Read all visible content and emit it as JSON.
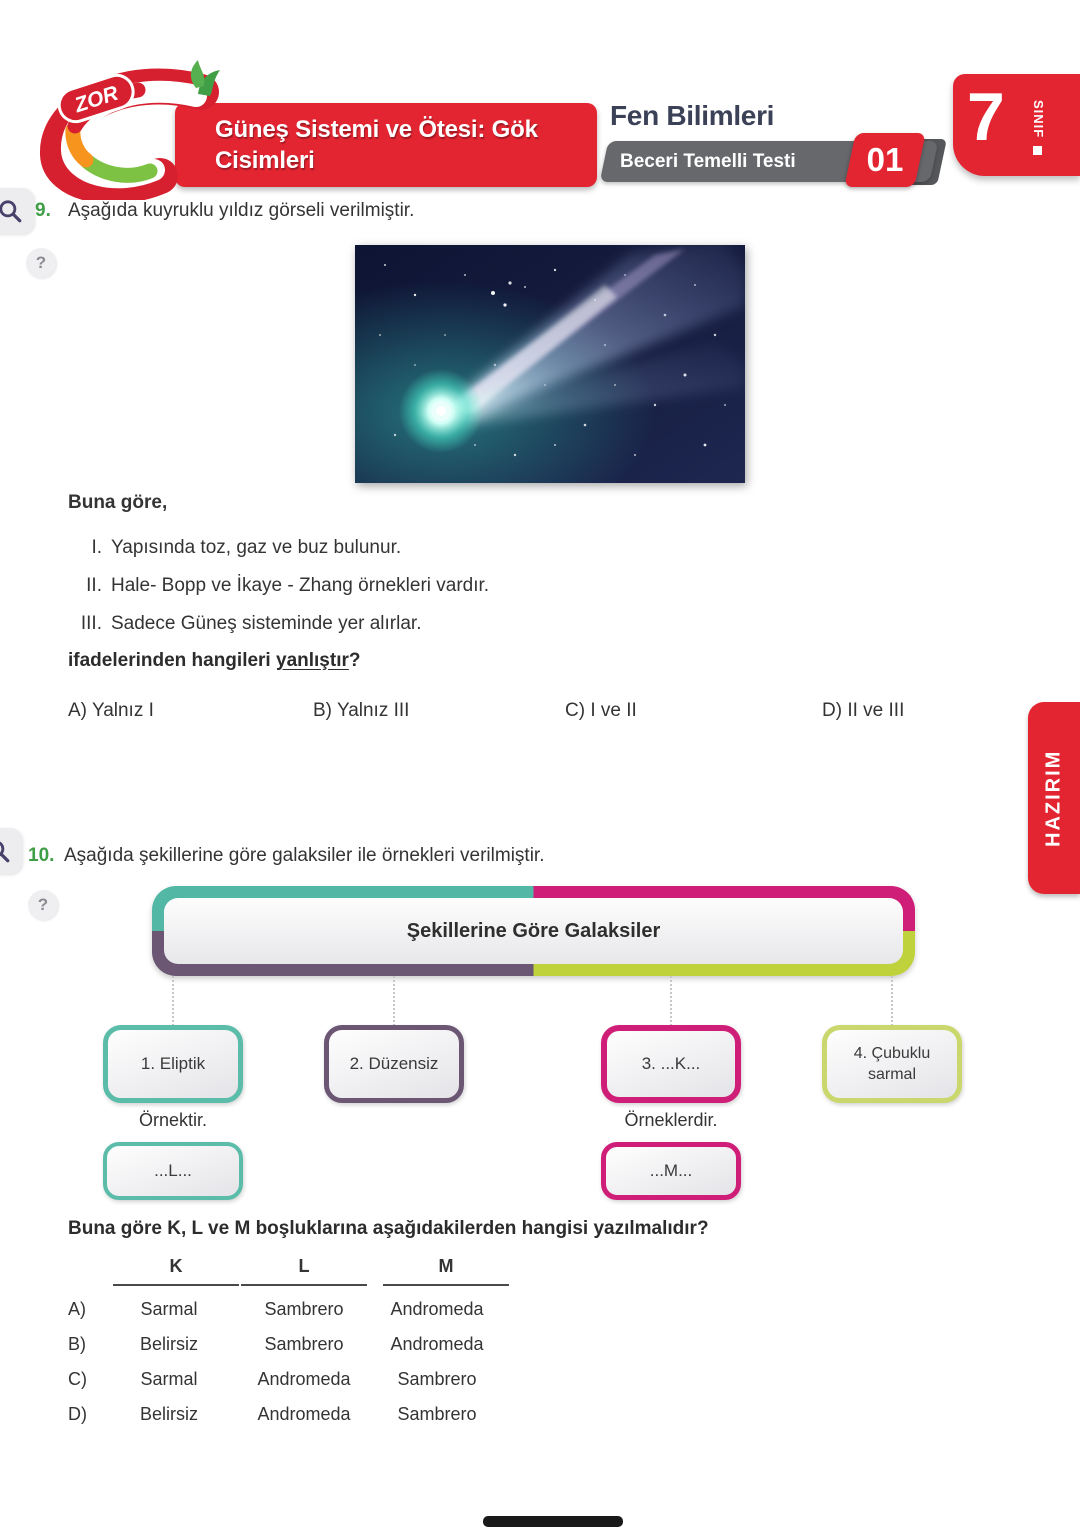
{
  "header": {
    "difficulty_badge": "ZOR",
    "unit_title_line1": "Güneş Sistemi ve Ötesi: Gök",
    "unit_title_line2": "Cisimleri",
    "subject": "Fen Bilimleri",
    "test_type": "Beceri Temelli Testi",
    "test_number": "01",
    "grade_number": "7",
    "grade_label": "SINIF"
  },
  "side_tab": {
    "label": "HAZIRIM"
  },
  "question9": {
    "number": "9.",
    "help_icon": "?",
    "intro": "Aşağıda kuyruklu yıldız görseli verilmiştir.",
    "lead": "Buna göre,",
    "statements": [
      {
        "roman": "I.",
        "text": "Yapısında toz, gaz ve buz bulunur."
      },
      {
        "roman": "II.",
        "text": "Hale- Bopp ve İkaye - Zhang örnekleri vardır."
      },
      {
        "roman": "III.",
        "text": "Sadece Güneş sisteminde yer alırlar."
      }
    ],
    "stem_prefix": "ifadelerinden hangileri ",
    "stem_underline": "yanlıştır",
    "stem_suffix": "?",
    "options": [
      {
        "label": "A)",
        "text": "Yalnız I"
      },
      {
        "label": "B)",
        "text": "Yalnız III"
      },
      {
        "label": "C)",
        "text": "I ve II"
      },
      {
        "label": "D)",
        "text": "II ve III"
      }
    ]
  },
  "question10": {
    "number": "10.",
    "help_icon": "?",
    "intro": "Aşağıda şekillerine göre galaksiler ile örnekleri verilmiştir.",
    "diagram": {
      "root": "Şekillerine Göre Galaksiler",
      "nodes": [
        "1. Eliptik",
        "2. Düzensiz",
        "3. ...K...",
        "4. Çubuklu sarmal"
      ],
      "left_caption": "Örnektir.",
      "left_blank": "...L...",
      "right_caption": "Örneklerdir.",
      "right_blank": "...M..."
    },
    "stem": "Buna göre K, L ve M boşluklarına aşağıdakilerden hangisi yazılmalıdır?",
    "table": {
      "headers": [
        "K",
        "L",
        "M"
      ],
      "rows": [
        {
          "label": "A)",
          "k": "Sarmal",
          "l": "Sambrero",
          "m": "Andromeda"
        },
        {
          "label": "B)",
          "k": "Belirsiz",
          "l": "Sambrero",
          "m": "Andromeda"
        },
        {
          "label": "C)",
          "k": "Sarmal",
          "l": "Andromeda",
          "m": "Sambrero"
        },
        {
          "label": "D)",
          "k": "Belirsiz",
          "l": "Andromeda",
          "m": "Sambrero"
        }
      ]
    }
  },
  "colors": {
    "brand_red": "#e32532",
    "banner_gray": "#66686c",
    "subject_text": "#3b4156",
    "question_number_green": "#3f9e46",
    "teal": "#52b8a5",
    "purple": "#6b5774",
    "magenta": "#cf1e78",
    "lime": "#bfd23c"
  }
}
